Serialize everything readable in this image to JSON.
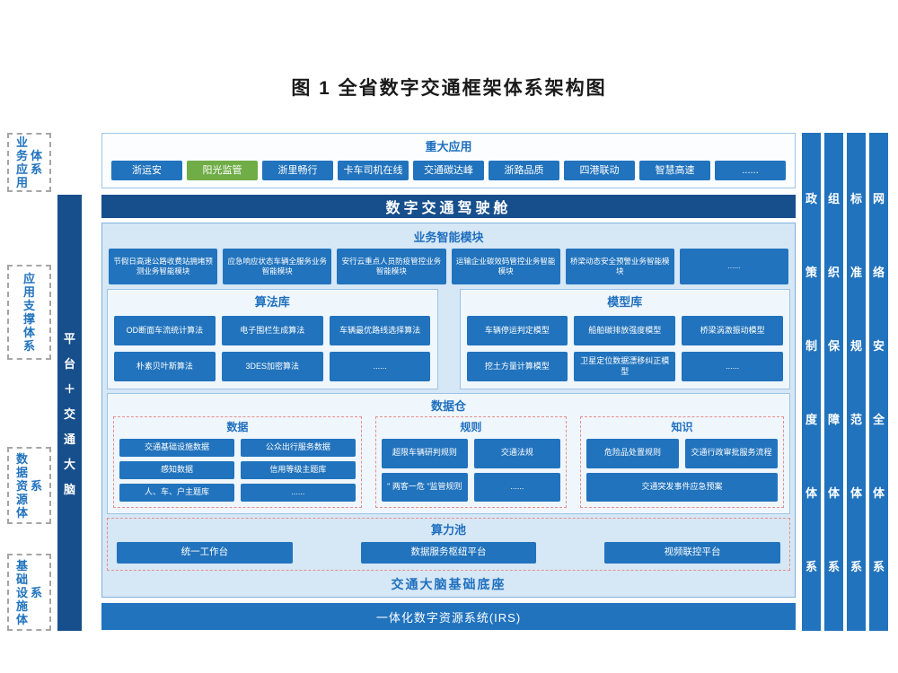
{
  "page": {
    "title": "图 1  全省数字交通框架体系架构图"
  },
  "left_sections": {
    "s1": "业务应用体系",
    "s2": "应用支撑体系",
    "s3": "数据资源体系",
    "s4": "基础设施体系"
  },
  "platform_bar": {
    "label": "平台＋交通大脑"
  },
  "right_bars": {
    "b1": "政策制度体系",
    "b2": "组织保障体系",
    "b3": "标准规范体系",
    "b4": "网络安全体系"
  },
  "major_apps": {
    "title": "重大应用",
    "items": [
      "浙运安",
      "阳光监管",
      "浙里畅行",
      "卡车司机在线",
      "交通碳达峰",
      "浙路品质",
      "四港联动",
      "智慧高速",
      "......"
    ]
  },
  "cockpit": {
    "label": "数字交通驾驶舱"
  },
  "business_modules": {
    "title": "业务智能模块",
    "items": [
      "节假日高速公路收费站拥堵预测业务智能模块",
      "应急响应状态车辆全服务业务智能模块",
      "安行云重点人员防疫管控业务智能模块",
      "运输企业碳效码管控业务智能模块",
      "桥梁动态安全预警业务智能模块",
      "......"
    ]
  },
  "algorithm_library": {
    "title": "算法库",
    "row1": [
      "OD断面车流统计算法",
      "电子围栏生成算法",
      "车辆最优路线选择算法"
    ],
    "row2": [
      "朴素贝叶斯算法",
      "3DES加密算法",
      "......"
    ]
  },
  "model_library": {
    "title": "模型库",
    "row1": [
      "车辆停运判定模型",
      "船舶碳排放强度模型",
      "桥梁涡激振动模型"
    ],
    "row2": [
      "挖土方量计算模型",
      "卫星定位数据漂移纠正模型",
      "......"
    ]
  },
  "data_warehouse": {
    "title": "数据仓",
    "data_panel": {
      "title": "数据",
      "row1": [
        "交通基础设施数据",
        "公众出行服务数据"
      ],
      "row2": [
        "感知数据",
        "信用等级主题库"
      ],
      "row3": [
        "人、车、户主题库",
        "......"
      ]
    },
    "rule_panel": {
      "title": "规则",
      "row1": [
        "超限车辆研判规则",
        "交通法规"
      ],
      "row2": [
        "\" 两客一危 \"监管规则",
        "......"
      ]
    },
    "knowledge_panel": {
      "title": "知识",
      "row1": [
        "危险品处置规则",
        "交通行政审批服务流程"
      ],
      "row2": [
        "交通突发事件应急预案"
      ]
    }
  },
  "computing_pool": {
    "title": "算力池",
    "platforms": [
      "统一工作台",
      "数据服务枢纽平台",
      "视频联控平台"
    ]
  },
  "foundation": {
    "label": "交通大脑基础底座"
  },
  "irs": {
    "label": "一体化数字资源系统(IRS)"
  },
  "colors": {
    "primary_blue": "#2173bd",
    "dark_blue": "#174f8c",
    "green": "#70ad47",
    "container_bg": "#d6e7f5",
    "panel_bg": "#eff6fc",
    "panel_border": "#9dc3e6",
    "red_dashed": "#e48f8f",
    "title_blue": "#1e6fbf"
  }
}
